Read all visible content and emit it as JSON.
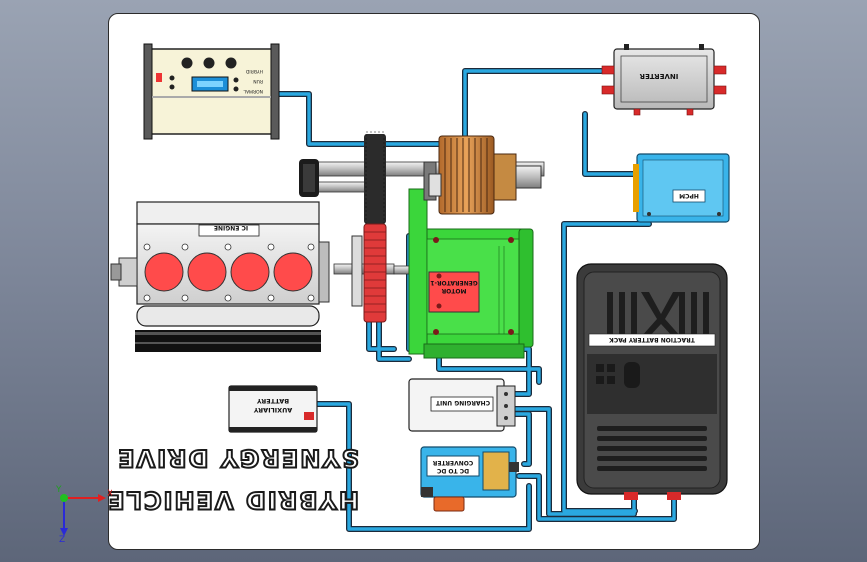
{
  "labels": {
    "ic_engine": "IC ENGINE",
    "inverter": "INVERTER",
    "hpcm": "HPCM",
    "motor_generator": "MOTOR GENERATOR-1",
    "traction_battery": "TRACTION BATTERY PACK",
    "charging_unit": "CHARGING UNIT",
    "auxiliary_battery": "AUXILIARY BATTERY",
    "dc_converter": "DC TO DC CONVERTER",
    "title_line1": "HYBRID VEHICLE",
    "title_line2": "SYNERGY DRIVE"
  },
  "control_panel_text": [
    "HYBRID",
    "RUN",
    "NORMAL"
  ],
  "axes": {
    "x": "X",
    "y": "Y",
    "z": "Z"
  },
  "colors": {
    "wire": "#2aa8e0",
    "wire_outline": "#1c2a3a",
    "motor_green": "#3bd63b",
    "cylinder_red": "#ff4b4b",
    "gear_red": "#e03a3a",
    "hpcm_blue": "#39b4ea",
    "battery_dark": "#3b3b3b"
  }
}
